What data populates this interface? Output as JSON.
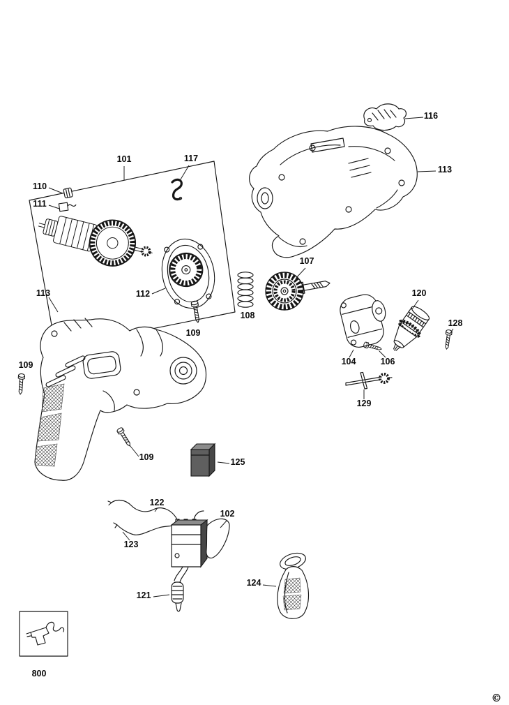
{
  "diagram": {
    "callouts": {
      "c116": "116",
      "c113_right": "113",
      "c101": "101",
      "c117": "117",
      "c110": "110",
      "c111": "111",
      "c112": "112",
      "c109_box": "109",
      "c107": "107",
      "c108": "108",
      "c104": "104",
      "c106": "106",
      "c120": "120",
      "c128": "128",
      "c129": "129",
      "c113_left": "113",
      "c109_left": "109",
      "c109_mid": "109",
      "c125": "125",
      "c122": "122",
      "c102": "102",
      "c123": "123",
      "c121": "121",
      "c124": "124",
      "c800": "800"
    },
    "copyright": "©"
  }
}
